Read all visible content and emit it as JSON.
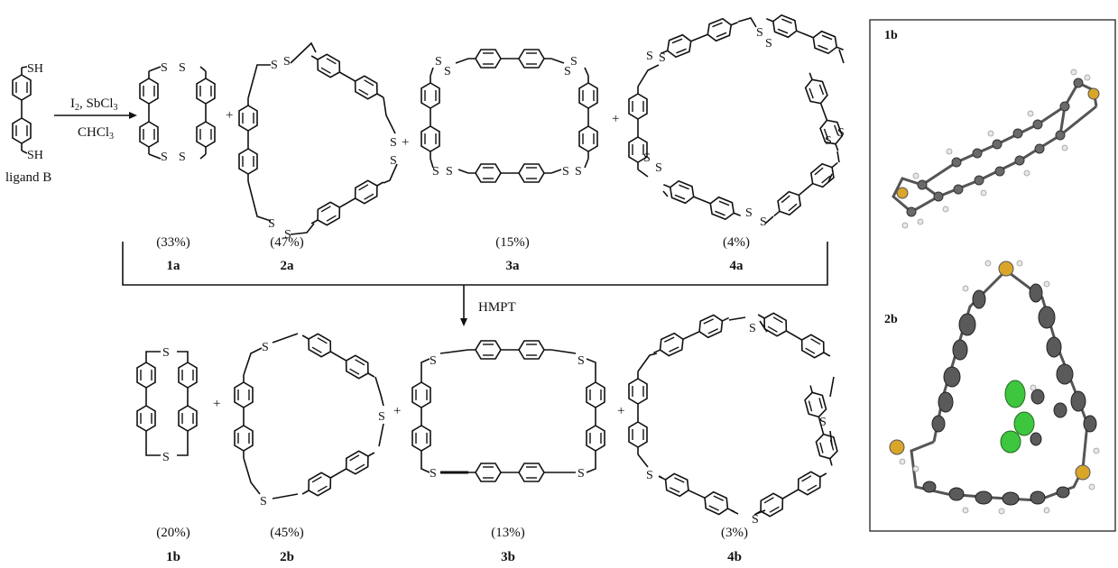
{
  "reagent": {
    "ligand_label": "ligand B",
    "thiol_top": "SH",
    "thiol_bottom": "SH",
    "cond1_main": "I",
    "cond1_sub1": "2",
    "cond1_mid": ", SbCl",
    "cond1_sub2": "3",
    "cond2_main": "CHCl",
    "cond2_sub": "3"
  },
  "disulfides": [
    {
      "id": "1a",
      "yield": "(33%)"
    },
    {
      "id": "2a",
      "yield": "(47%)"
    },
    {
      "id": "3a",
      "yield": "(15%)"
    },
    {
      "id": "4a",
      "yield": "(4%)"
    }
  ],
  "sulfides": [
    {
      "id": "1b",
      "yield": "(20%)"
    },
    {
      "id": "2b",
      "yield": "(45%)"
    },
    {
      "id": "3b",
      "yield": "(13%)"
    },
    {
      "id": "4b",
      "yield": "(3%)"
    }
  ],
  "step2_reagent": "HMPT",
  "atoms": {
    "sulfur": "S",
    "plus": "+"
  },
  "xray": {
    "panel_top_label": "1b",
    "panel_bottom_label": "2b"
  },
  "colors": {
    "sulfur_atom": "#d9a62a",
    "chlorine_atom": "#3fc63f",
    "carbon_atom": "#5a5a5a",
    "hydrogen_atom": "#e8e8e8"
  }
}
